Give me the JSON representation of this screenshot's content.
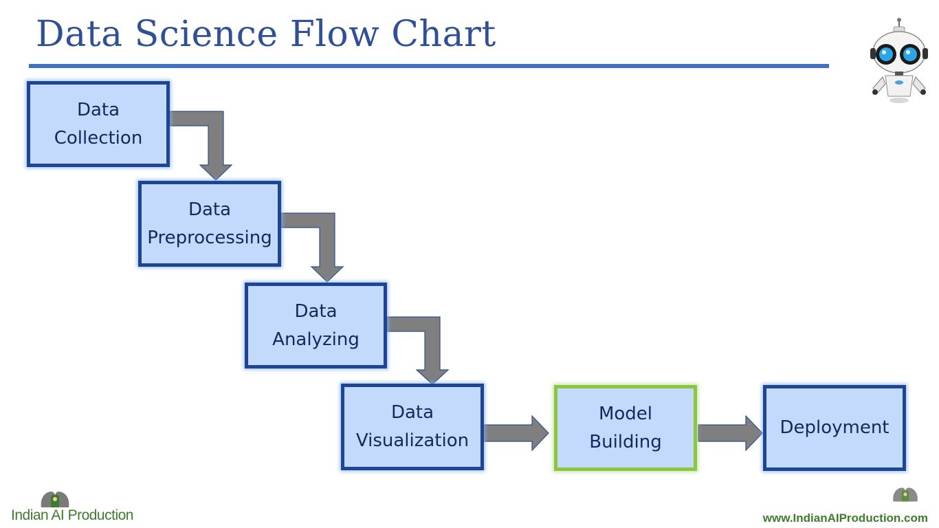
{
  "slide": {
    "title": "Data Science Flow Chart",
    "website": "www.IndianAIProduction.com",
    "logo_text": "Indian AI Production"
  },
  "flow": {
    "steps": [
      {
        "label": "Data\nCollection"
      },
      {
        "label": "Data\nPreprocessing"
      },
      {
        "label": "Data\nAnalyzing"
      },
      {
        "label": "Data\nVisualization"
      },
      {
        "label": "Model\nBuilding",
        "highlighted": true
      },
      {
        "label": "Deployment"
      }
    ]
  },
  "colors": {
    "title": "#2f4f96",
    "rule": "#3d72c8",
    "box_fill": "#c4dafc",
    "box_border": "#1e4594",
    "highlight_border": "#8cc63f",
    "arrow_fill": "#7f7f7f",
    "arrow_stroke": "#2f4f8f",
    "logo_green": "#3f7b2c"
  },
  "icons": {
    "mascot": "robot-icon",
    "brand": "brand-logo-icon"
  }
}
